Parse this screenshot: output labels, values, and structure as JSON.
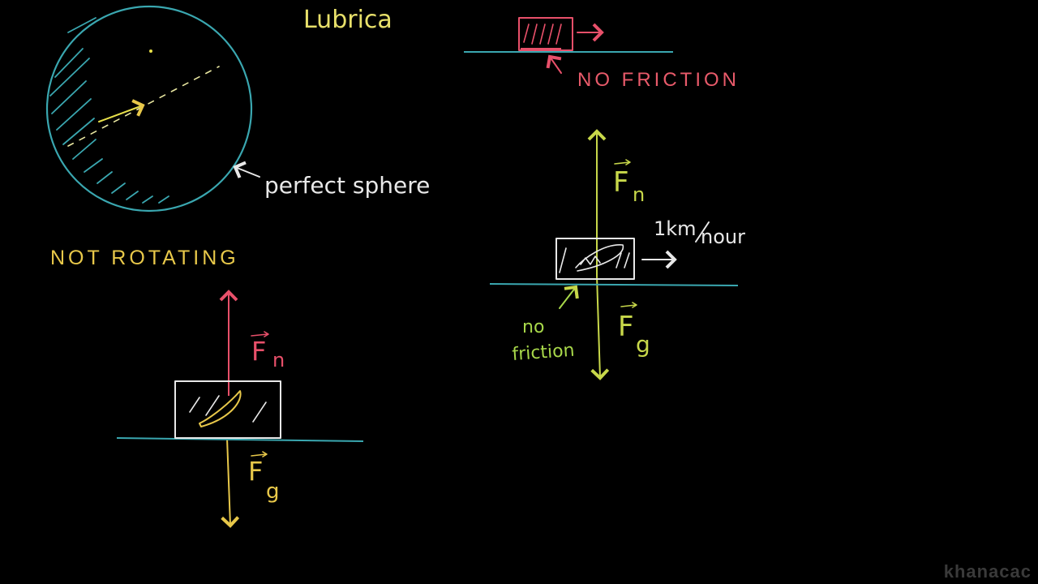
{
  "board": {
    "title": "Lubrica",
    "sphere_label": "perfect sphere",
    "not_rotating_label": "NOT ROTATING",
    "no_friction_top": "NO FRICTION",
    "speed_prefix": "1km",
    "speed_suffix": "nour",
    "no_friction_lower_1": "no",
    "no_friction_lower_2": "friction",
    "vector_symbol": "F",
    "normal_subscript": "n",
    "gravity_subscript": "g",
    "watermark": "khanacac"
  },
  "colors": {
    "background": "#000000",
    "ground": "#3aa7b0",
    "normal_force_left": "#e8506a",
    "gravity_left": "#e8c84a",
    "normal_force_right": "#c8d84a",
    "gravity_right": "#c8d84a",
    "chalk": "#e8e8e8",
    "title": "#e8e06a",
    "label_red": "#e85a6a",
    "label_green": "#a8d84a"
  }
}
